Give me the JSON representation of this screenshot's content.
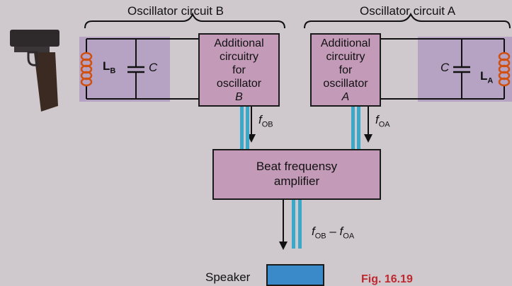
{
  "diagram": {
    "oscillator_b_title": "Oscillator circuit B",
    "oscillator_a_title": "Oscillator circuit A",
    "inductor_b": "LB",
    "inductor_b_main": "L",
    "inductor_b_sub": "B",
    "capacitor_b": "C",
    "capacitor_a": "C",
    "inductor_a_main": "L",
    "inductor_a_sub": "A",
    "box_b_lines": [
      "Additional",
      "circuitry",
      "for",
      "oscillator",
      "B"
    ],
    "box_a_lines": [
      "Additional",
      "circuitry",
      "for",
      "oscillator",
      "A"
    ],
    "f_ob_main": "f",
    "f_ob_sub": "OB",
    "f_oa_main": "f",
    "f_oa_sub": "OA",
    "beat_lines": [
      "Beat frequensy",
      "amplifier"
    ],
    "diff_main1": "f",
    "diff_sub1": "OB",
    "diff_minus": " – ",
    "diff_main2": "f",
    "diff_sub2": "OA",
    "speaker_label": "Speaker",
    "figure_label": "Fig. 16.19"
  },
  "colors": {
    "box_fill": "#c39ab8",
    "panel_fill": "#b29bbf",
    "coil": "#d05010",
    "signal": "#3aa8c8",
    "figure_label": "#c0282e"
  }
}
